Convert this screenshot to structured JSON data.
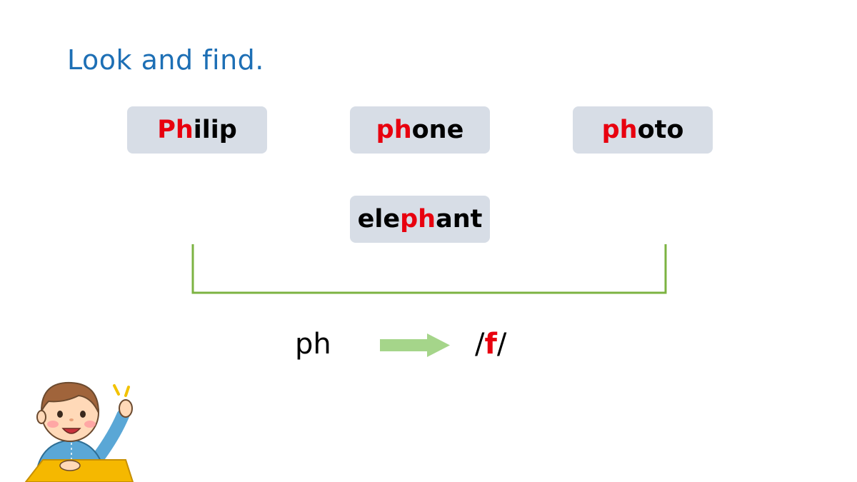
{
  "title": "Look and find.",
  "cards": [
    {
      "pre": "",
      "hl": "Ph",
      "post": "ilip"
    },
    {
      "pre": "",
      "hl": "ph",
      "post": "one"
    },
    {
      "pre": "",
      "hl": "ph",
      "post": "oto"
    },
    {
      "pre": "ele",
      "hl": "ph",
      "post": "ant"
    }
  ],
  "rule": {
    "grapheme": "ph",
    "sound_open": "/",
    "sound": "f",
    "sound_close": "/"
  },
  "colors": {
    "title": "#1d6fb5",
    "highlight": "#e8000f",
    "card_bg": "#d7dde6",
    "bracket": "#7cb342",
    "arrow": "#a5d58a"
  },
  "icons": {
    "arrow": "right-arrow-icon",
    "illustration": "child-raising-hand-illustration"
  }
}
